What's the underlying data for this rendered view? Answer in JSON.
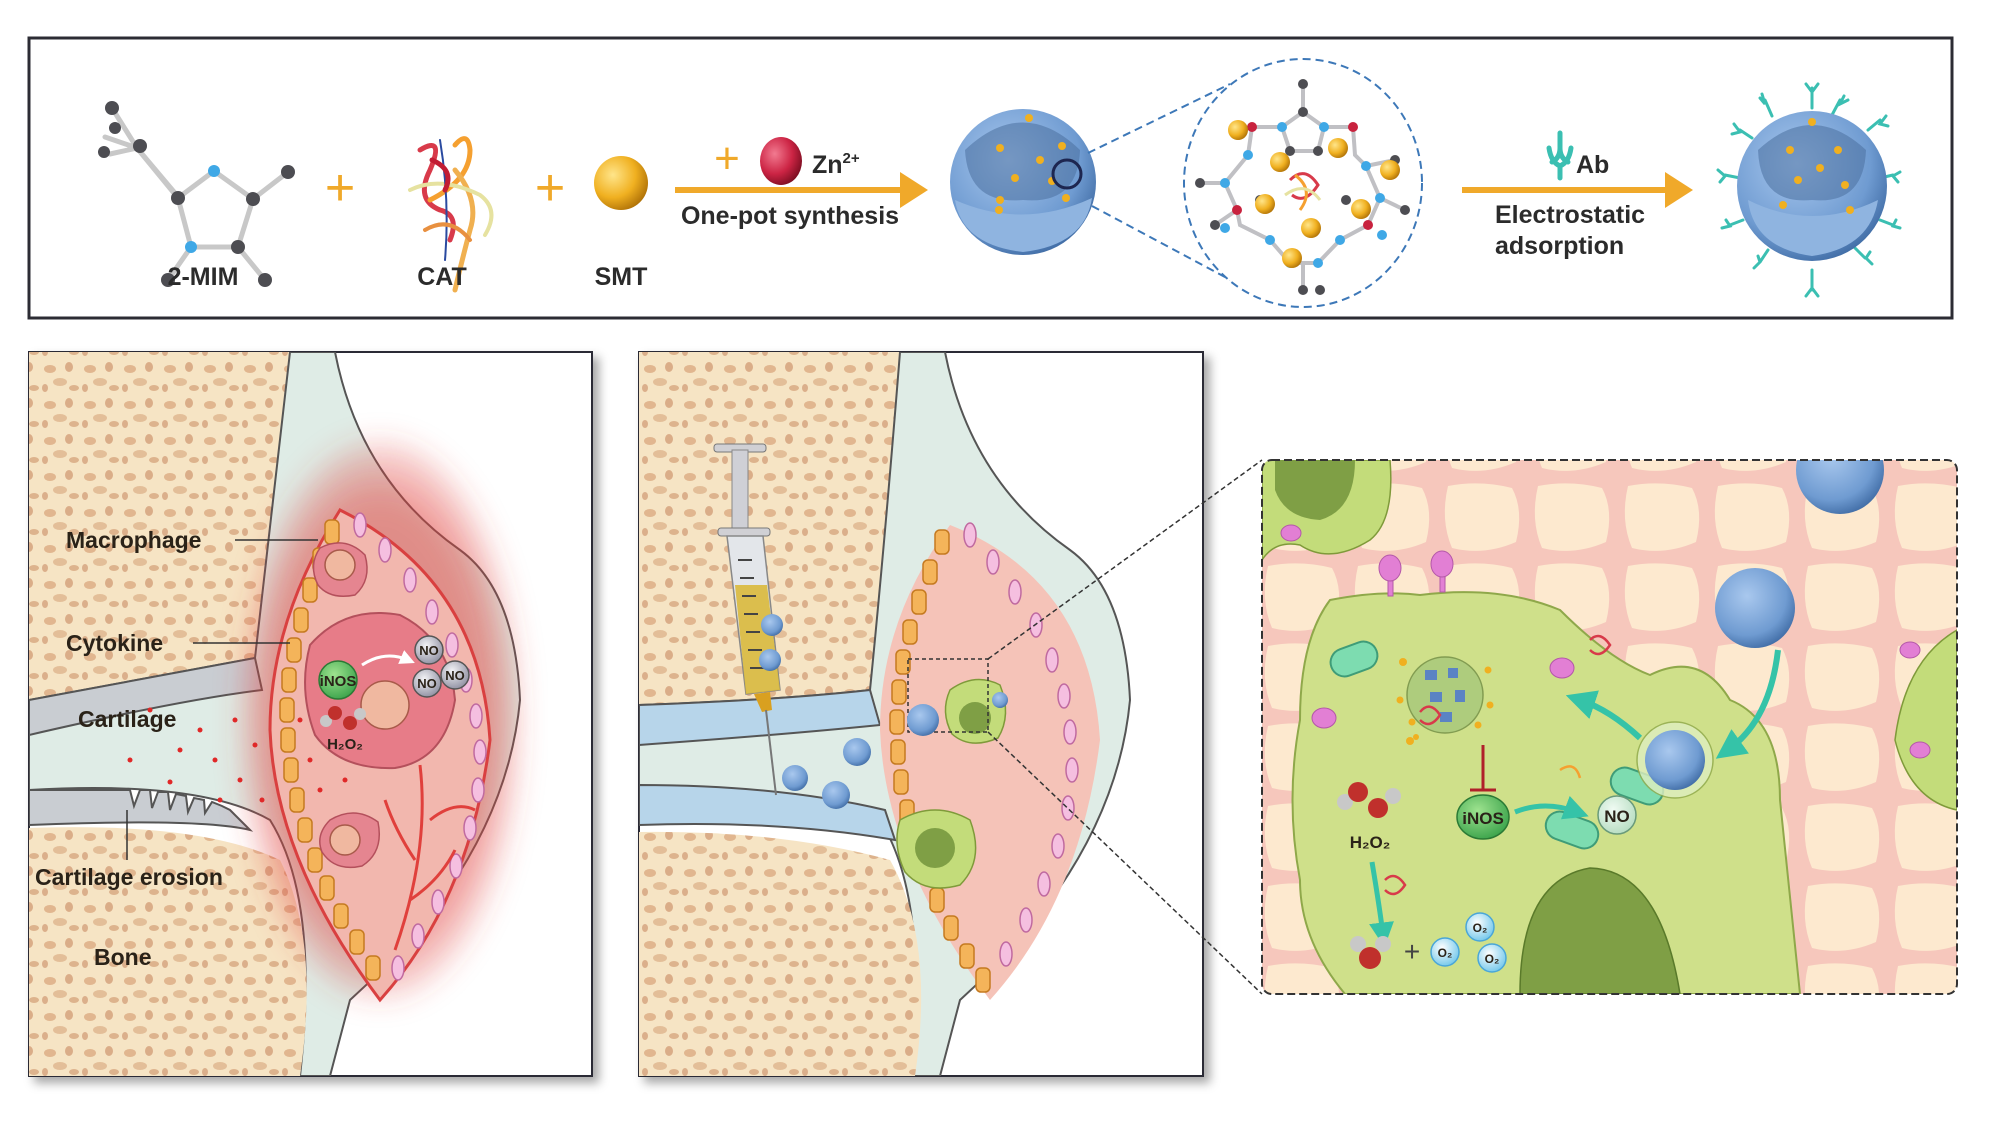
{
  "synthesis_panel": {
    "reagents": [
      {
        "label": "2-MIM",
        "icon": "2-methylimidazole-molecule-icon"
      },
      {
        "label": "CAT",
        "icon": "catalase-protein-icon"
      },
      {
        "label": "SMT",
        "icon": "smt-sphere-icon"
      }
    ],
    "plus_sign": "+",
    "step1": {
      "additive": "Zn",
      "additive_superscript": "2+",
      "label": "One-pot synthesis"
    },
    "step2": {
      "additive": "Ab",
      "label_line1": "Electrostatic",
      "label_line2": "adsorption"
    },
    "colors": {
      "arrow": "#f0a92a",
      "zif_shell": "#6f9bd1",
      "zn_ion": "#cc2444",
      "antibody": "#3bbfb2",
      "smt": "#f0b020"
    }
  },
  "disease_panel": {
    "labels": {
      "macrophage": "Macrophage",
      "cytokine": "Cytokine",
      "cartilage": "Cartilage",
      "cartilage_erosion": "Cartilage erosion",
      "bone": "Bone",
      "inos": "iNOS",
      "no": "NO",
      "h2o2": "H₂O₂"
    },
    "colors": {
      "inflammation": "#e0403c",
      "bone": "#f6e4c4",
      "synovium": "#f2b7ae"
    }
  },
  "treatment_panel": {
    "elements": [
      "syringe",
      "nanoparticles",
      "macrophages"
    ]
  },
  "inset_panel": {
    "labels": {
      "h2o2": "H₂O₂",
      "inos": "iNOS",
      "no": "NO",
      "o2": "O₂",
      "plus": "+"
    },
    "colors": {
      "cell": "#cfe08a",
      "nucleus": "#7f9f45",
      "background": "#fde9cf",
      "mesh": "#f6c7bc",
      "arrow": "#35c3a8",
      "inhibit": "#b0202a"
    }
  }
}
